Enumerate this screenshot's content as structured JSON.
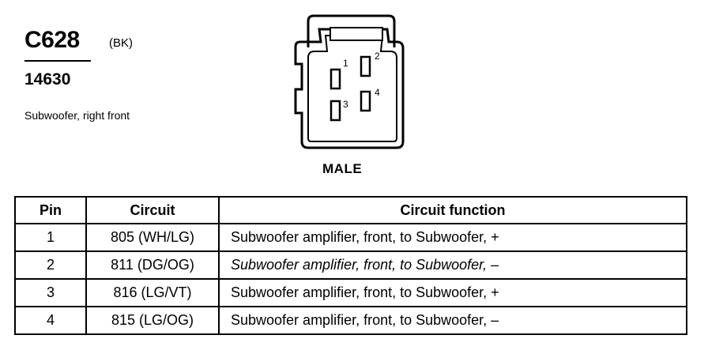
{
  "connector": {
    "id": "C628",
    "color": "(BK)",
    "part_number": "14630",
    "description": "Subwoofer, right front",
    "gender": "MALE",
    "pin_labels": [
      "1",
      "2",
      "3",
      "4"
    ]
  },
  "table": {
    "headers": {
      "pin": "Pin",
      "circuit": "Circuit",
      "function": "Circuit function"
    },
    "rows": [
      {
        "pin": "1",
        "circuit": "805 (WH/LG)",
        "function": "Subwoofer amplifier, front, to Subwoofer, +"
      },
      {
        "pin": "2",
        "circuit": "811 (DG/OG)",
        "function": "Subwoofer amplifier, front, to Subwoofer, –"
      },
      {
        "pin": "3",
        "circuit": "816 (LG/VT)",
        "function": "Subwoofer amplifier, front, to Subwoofer, +"
      },
      {
        "pin": "4",
        "circuit": "815 (LG/OG)",
        "function": "Subwoofer amplifier, front, to Subwoofer, –"
      }
    ]
  }
}
